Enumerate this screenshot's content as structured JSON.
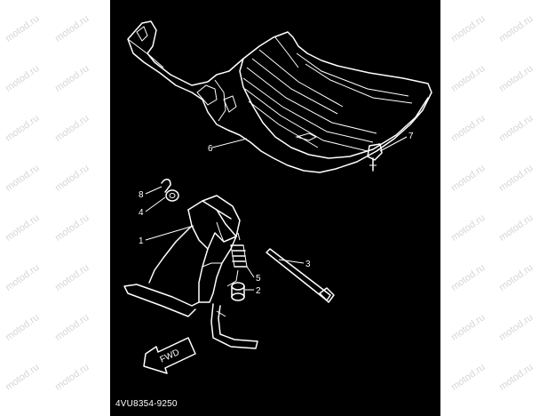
{
  "watermark": {
    "text": "motod.ru",
    "color": "#d6d6d6"
  },
  "diagram": {
    "background": "#000000",
    "line_color": "#ffffff",
    "callouts": [
      {
        "id": "1",
        "label": "1"
      },
      {
        "id": "2",
        "label": "2"
      },
      {
        "id": "3",
        "label": "3"
      },
      {
        "id": "4",
        "label": "4"
      },
      {
        "id": "5",
        "label": "5"
      },
      {
        "id": "6",
        "label": "6"
      },
      {
        "id": "7",
        "label": "7"
      },
      {
        "id": "8",
        "label": "8"
      }
    ],
    "direction_label": "FWD",
    "part_code": "4VU8354-9250"
  }
}
